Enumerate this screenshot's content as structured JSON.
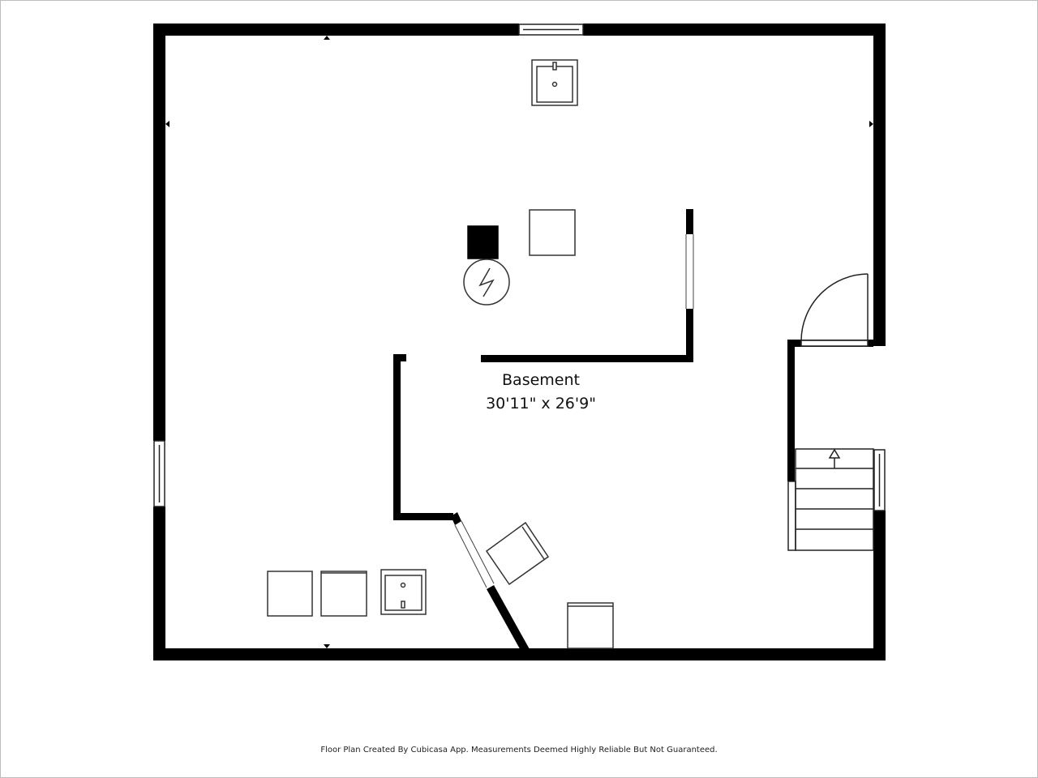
{
  "room": {
    "name": "Basement",
    "dimensions": "30'11\" x 26'9\""
  },
  "footer": {
    "text": "Floor Plan Created By Cubicasa App. Measurements Deemed Highly Reliable But Not Guaranteed."
  },
  "colors": {
    "wall": "#000000",
    "fixture_stroke": "#333333",
    "background": "#ffffff"
  }
}
